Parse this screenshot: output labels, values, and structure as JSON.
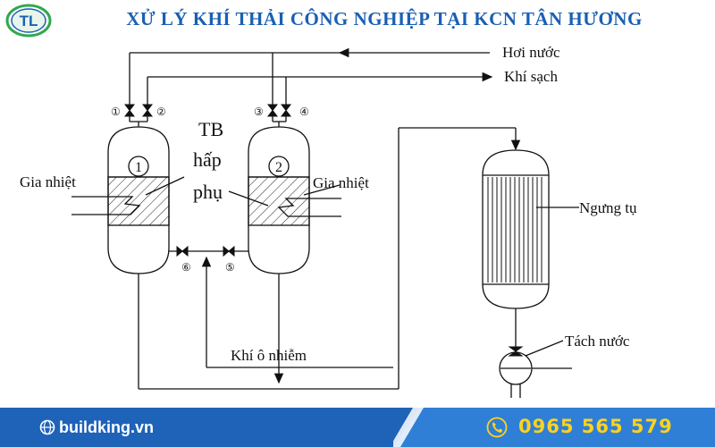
{
  "header": {
    "title": "XỬ LÝ KHÍ THẢI CÔNG NGHIỆP TẠI KCN TÂN HƯƠNG",
    "logo_text": "TL"
  },
  "diagram": {
    "labels": {
      "steam": "Hơi nước",
      "clean_gas": "Khí sạch",
      "adsorber_line1": "TB",
      "adsorber_line2": "hấp",
      "adsorber_line3": "phụ",
      "heating_left": "Gia nhiệt",
      "heating_right": "Gia nhiệt",
      "condenser": "Ngưng tụ",
      "polluted_gas": "Khí ô nhiễm",
      "water_separator": "Tách nước"
    },
    "vessel_numbers": [
      "1",
      "2"
    ],
    "valve_numbers": [
      "①",
      "②",
      "③",
      "④",
      "⑥",
      "⑤"
    ]
  },
  "footer": {
    "website": "buildking.vn",
    "phone": "0965 565 579"
  },
  "colors": {
    "header_title": "#1a5fb4",
    "footer_bg": "#1e63b8",
    "footer_band": "#2f7fd6",
    "phone": "#ffd21f",
    "logo_green": "#2fa84f"
  }
}
